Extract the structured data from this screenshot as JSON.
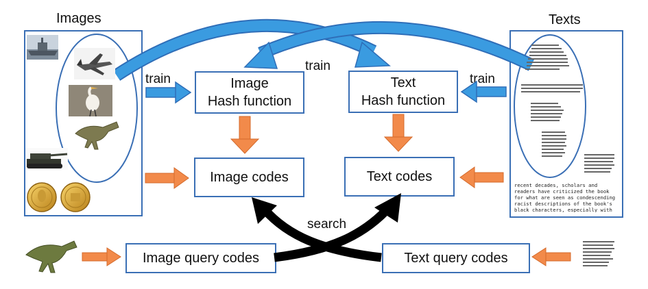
{
  "headings": {
    "images": "Images",
    "texts": "Texts"
  },
  "boxes": {
    "image_hash_line1": "Image",
    "image_hash_line2": "Hash function",
    "text_hash_line1": "Text",
    "text_hash_line2": "Hash function",
    "image_codes": "Image codes",
    "text_codes": "Text codes",
    "image_query": "Image query codes",
    "text_query": "Text query codes"
  },
  "arrow_labels": {
    "train_left": "train",
    "train_center": "train",
    "train_right": "train",
    "search": "search"
  },
  "text_documents": {
    "doc_body": "recent decades, scholars and readers have criticized the book for what are seen as condescending racist descriptions of the book's black characters, especially with regard to the characters' appearances,"
  },
  "colors": {
    "blue": "#3a8fd8",
    "orange": "#f28a4a",
    "border": "#3a6fb5",
    "black": "#000000"
  },
  "icons": [
    "warship-image",
    "fighter-jet-image",
    "egret-image",
    "dinosaur-image",
    "tank-image",
    "gold-coins-image",
    "query-dinosaur-image",
    "query-text-document"
  ]
}
